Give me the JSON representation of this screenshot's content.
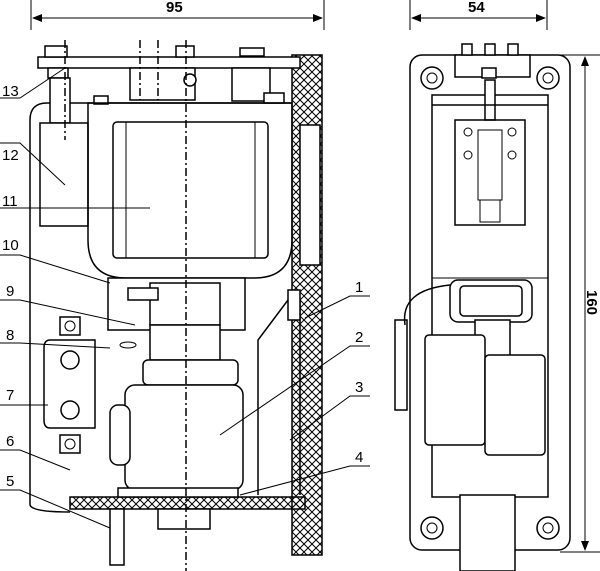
{
  "title": "Relay outline drawing",
  "dimensions": {
    "width_front": "95",
    "width_side": "54",
    "height": "160"
  },
  "labels": [
    "1",
    "2",
    "3",
    "4",
    "5",
    "6",
    "7",
    "8",
    "9",
    "10",
    "11",
    "12",
    "13"
  ]
}
